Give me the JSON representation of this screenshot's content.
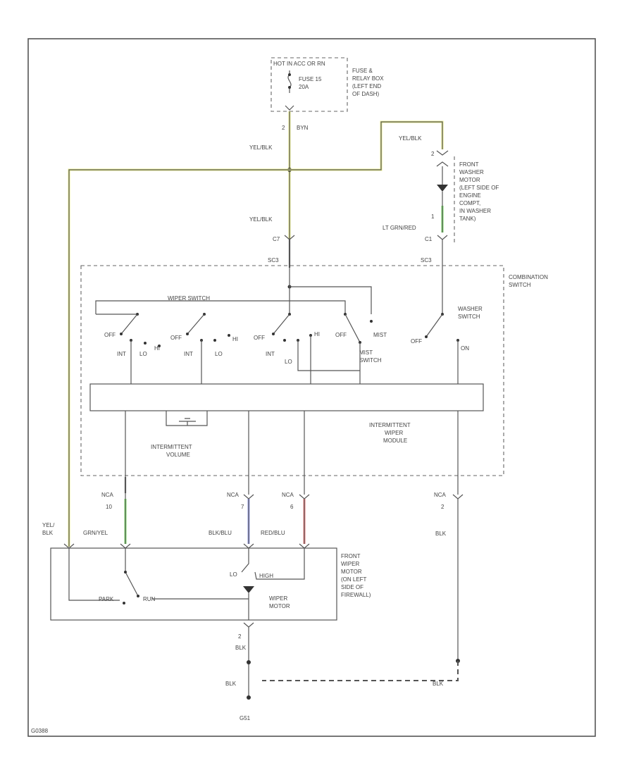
{
  "header_box": {
    "line1": "HOT IN ACC OR RN",
    "fuse": [
      "FUSE 15",
      "20A"
    ],
    "location": [
      "FUSE &",
      "RELAY BOX",
      "(LEFT END",
      "OF DASH)"
    ]
  },
  "wires": {
    "pin_a": "2",
    "byn": "BYN",
    "yelblk_top": "YEL/BLK",
    "yelblk_right": "YEL/BLK",
    "yelblk_mid": "YEL/BLK",
    "c7": "C7",
    "sc3_left": "SC3",
    "sc3_right": "SC3",
    "c1": "C1",
    "pin_1": "1",
    "ltgrnred": "LT GRN/RED",
    "yel_blk_left": [
      "YEL/",
      "BLK"
    ],
    "grnyel": "GRN/YEL",
    "blkblu": "BLK/BLU",
    "redblu": "RED/BLU",
    "blk_right": "BLK",
    "blk_bottom": "BLK",
    "blk_bottom_left": "BLK",
    "blk_ground": "BLK",
    "pin_2_bottom": "2"
  },
  "washer_motor": [
    "FRONT",
    "WASHER",
    "MOTOR",
    "(LEFT SIDE OF",
    "ENGINE",
    "COMPT,",
    "IN WASHER",
    "TANK)"
  ],
  "combination_switch": [
    "COMBINATION",
    "SWITCH"
  ],
  "wiper_switch": "WIPER SWITCH",
  "washer_switch": [
    "WASHER",
    "SWITCH"
  ],
  "mist_switch": [
    "MIST",
    "SWITCH"
  ],
  "positions": {
    "off": "OFF",
    "int": "INT",
    "lo": "LO",
    "hi": "HI",
    "mist": "MIST",
    "on": "ON"
  },
  "intermittent_volume": [
    "INTERMITTENT",
    "VOLUME"
  ],
  "intermittent_module": [
    "INTERMITTENT",
    "WIPER",
    "MODULE"
  ],
  "connectors": {
    "nca_1": "NCA",
    "nca_1_pin": "10",
    "nca_2": "NCA",
    "nca_2_pin": "7",
    "nca_3": "NCA",
    "nca_3_pin": "6",
    "nca_4": "NCA",
    "nca_4_pin": "2"
  },
  "wiper_motor_block": {
    "park": "PARK",
    "run": "RUN",
    "lo": "LO",
    "high": "HIGH",
    "label": [
      "WIPER",
      "MOTOR"
    ],
    "location": [
      "FRONT",
      "WIPER",
      "MOTOR",
      "(ON LEFT",
      "SIDE OF",
      "FIREWALL)"
    ]
  },
  "ground": "G51",
  "figure_id": "G0388"
}
